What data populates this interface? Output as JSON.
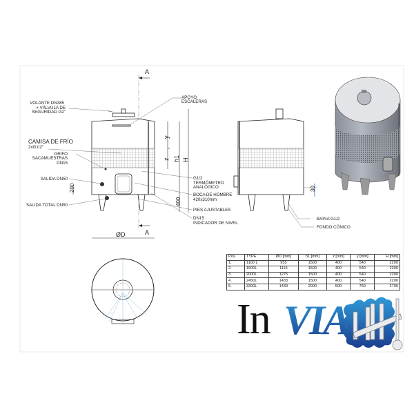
{
  "section_marker": "A",
  "labels": {
    "volante": [
      "VOLANTE DN385",
      "+ VÁLVULA DE",
      "SEGURIDAD G2\""
    ],
    "camisa": "CAMISA DE FRÍO",
    "camisa_sub": "2xG1/2\"",
    "grifo": [
      "GRIFO",
      "SACAMUESTRAS",
      "DN15"
    ],
    "salida": "SALIDA DN50",
    "salida_total": "SALIDA TOTAL DN50",
    "apoyo": [
      "APOYO",
      "ESCALERAS"
    ],
    "g12": "G1/2",
    "termometro": [
      "TERMÓMETRO",
      "ANALÓGICO"
    ],
    "boca": [
      "BOCA DE HOMBRE",
      "420x310mm"
    ],
    "pies": "PIES AJUSTABLES",
    "dn15": [
      "DN15",
      "INDICADOR DE NIVEL"
    ],
    "baina": "BAINA G1/2",
    "fondo": "FONDO CÓNICO"
  },
  "dimensions": {
    "y": "y",
    "z": "z",
    "h1": "h1",
    "H": "H",
    "d200": "200",
    "d400": "400",
    "diameter": "ØD",
    "d30": "30"
  },
  "table": {
    "headers": [
      "Pos.",
      "TYPE",
      "ØD [mm]",
      "h1 [mm]",
      "z [mm]",
      "y [mm]",
      "H [mm]"
    ],
    "rows": [
      [
        "1.",
        "1100 L",
        "955",
        "1500",
        "400",
        "540",
        "2200"
      ],
      [
        "2.",
        "1500L",
        "1115",
        "1500",
        "400",
        "540",
        "2200"
      ],
      [
        "3.",
        "2000L",
        "1275",
        "1500",
        "400",
        "540",
        "2200"
      ],
      [
        "4.",
        "2450L",
        "1433",
        "1500",
        "400",
        "540",
        "2200"
      ],
      [
        "5.",
        "3300L",
        "1433",
        "2000",
        "500",
        "750",
        "2700"
      ]
    ]
  },
  "logo": {
    "part1": "In",
    "part2": "VIA"
  },
  "colors": {
    "accent_blue": "#1f6fc0",
    "logo_light": "#2f9ad8",
    "logo_dark": "#1c3f8f"
  }
}
